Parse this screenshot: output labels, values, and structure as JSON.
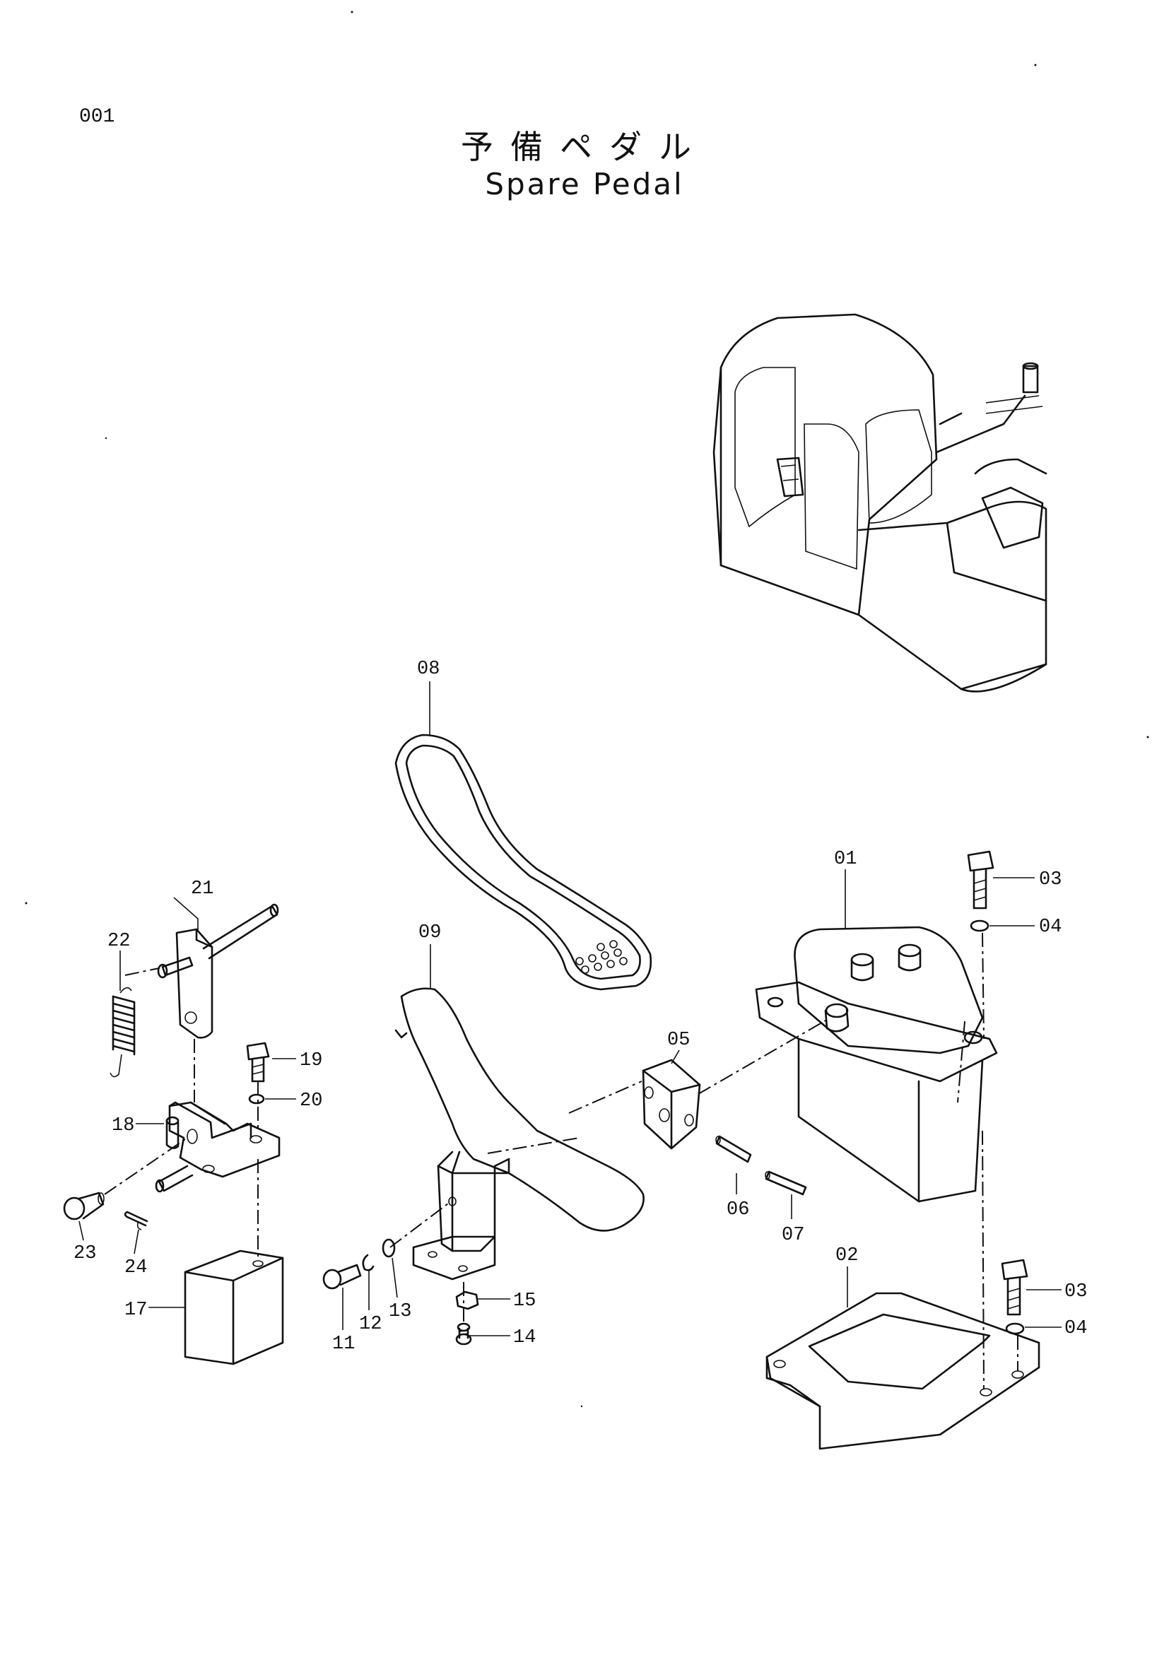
{
  "header": {
    "page_number": "001",
    "title_jp": "予備ペダル",
    "title_en": "Spare Pedal"
  },
  "callouts": {
    "p01": "01",
    "p02": "02",
    "p03a": "03",
    "p03b": "03",
    "p04a": "04",
    "p04b": "04",
    "p05": "05",
    "p06": "06",
    "p07": "07",
    "p08": "08",
    "p09": "09",
    "p11": "11",
    "p12": "12",
    "p13": "13",
    "p14": "14",
    "p15": "15",
    "p17": "17",
    "p18": "18",
    "p19": "19",
    "p20": "20",
    "p21": "21",
    "p22": "22",
    "p23": "23",
    "p24": "24"
  }
}
